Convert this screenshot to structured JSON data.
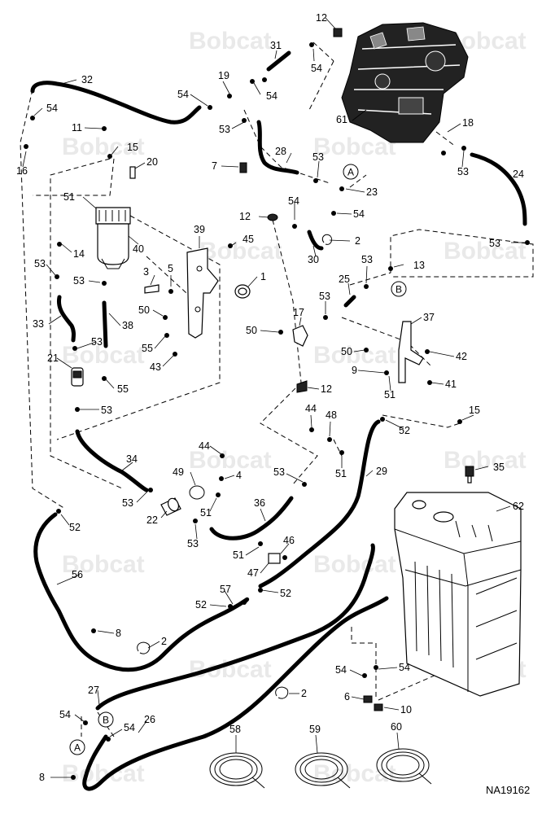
{
  "watermark": "Bobcat",
  "drawing_number": "NA19162",
  "connection_points": {
    "A": "A",
    "B": "B"
  },
  "callouts": {
    "c1": "1",
    "c2a": "2",
    "c2b": "2",
    "c2c": "2",
    "c3": "3",
    "c4": "4",
    "c5": "5",
    "c6": "6",
    "c7": "7",
    "c8a": "8",
    "c8b": "8",
    "c9": "9",
    "c10": "10",
    "c11": "11",
    "c12a": "12",
    "c12b": "12",
    "c12c": "12",
    "c13": "13",
    "c14": "14",
    "c15a": "15",
    "c15b": "15",
    "c16": "16",
    "c17": "17",
    "c18": "18",
    "c19": "19",
    "c20": "20",
    "c21": "21",
    "c22": "22",
    "c23": "23",
    "c24": "24",
    "c25": "25",
    "c26": "26",
    "c27": "27",
    "c28": "28",
    "c29": "29",
    "c30": "30",
    "c31": "31",
    "c32": "32",
    "c33": "33",
    "c34": "34",
    "c35": "35",
    "c36": "36",
    "c37": "37",
    "c38": "38",
    "c39": "39",
    "c40": "40",
    "c41": "41",
    "c42": "42",
    "c43": "43",
    "c44a": "44",
    "c44b": "44",
    "c45": "45",
    "c46": "46",
    "c47": "47",
    "c48": "48",
    "c49": "49",
    "c50a": "50",
    "c50b": "50",
    "c50c": "50",
    "c51a": "51",
    "c51b": "51",
    "c51c": "51",
    "c51d": "51",
    "c51e": "51",
    "c52a": "52",
    "c52b": "52",
    "c52c": "52",
    "c52d": "52",
    "c53a": "53",
    "c53b": "53",
    "c53c": "53",
    "c53d": "53",
    "c53e": "53",
    "c53f": "53",
    "c53g": "53",
    "c53h": "53",
    "c53i": "53",
    "c53j": "53",
    "c53k": "53",
    "c53l": "53",
    "c53m": "53",
    "c54a": "54",
    "c54b": "54",
    "c54c": "54",
    "c54d": "54",
    "c54e": "54",
    "c54f": "54",
    "c54g": "54",
    "c54h": "54",
    "c54i": "54",
    "c55a": "55",
    "c55b": "55",
    "c56": "56",
    "c57": "57",
    "c58": "58",
    "c59": "59",
    "c60": "60",
    "c61": "61",
    "c62": "62"
  }
}
